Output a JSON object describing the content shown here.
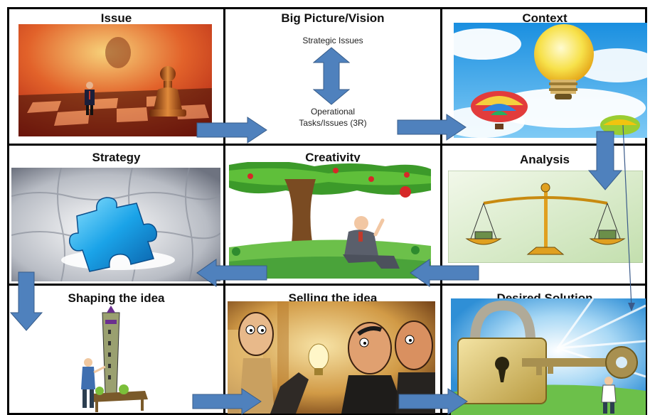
{
  "cells": {
    "issue": {
      "title": "Issue"
    },
    "vision": {
      "title": "Big Picture/Vision",
      "top_text": "Strategic Issues",
      "bottom_text_1": "Operational",
      "bottom_text_2": "Tasks/Issues (3R)"
    },
    "context": {
      "title": "Context"
    },
    "strategy": {
      "title": "Strategy"
    },
    "creativity": {
      "title": "Creativity"
    },
    "analysis": {
      "title": "Analysis"
    },
    "shaping": {
      "title": "Shaping the idea"
    },
    "selling": {
      "title": "Selling the idea"
    },
    "solution": {
      "title": "Desired Solution"
    }
  },
  "colors": {
    "arrow_fill": "#4f81bd",
    "arrow_stroke": "#385d8a",
    "border": "#000000"
  },
  "icons": [
    "chess-image",
    "bidirectional-arrow",
    "lightbulb-balloon-image",
    "puzzle-image",
    "tree-thinker-image",
    "scales-image",
    "tower-builder-image",
    "selling-people-image",
    "padlock-key-image",
    "flow-arrow"
  ]
}
